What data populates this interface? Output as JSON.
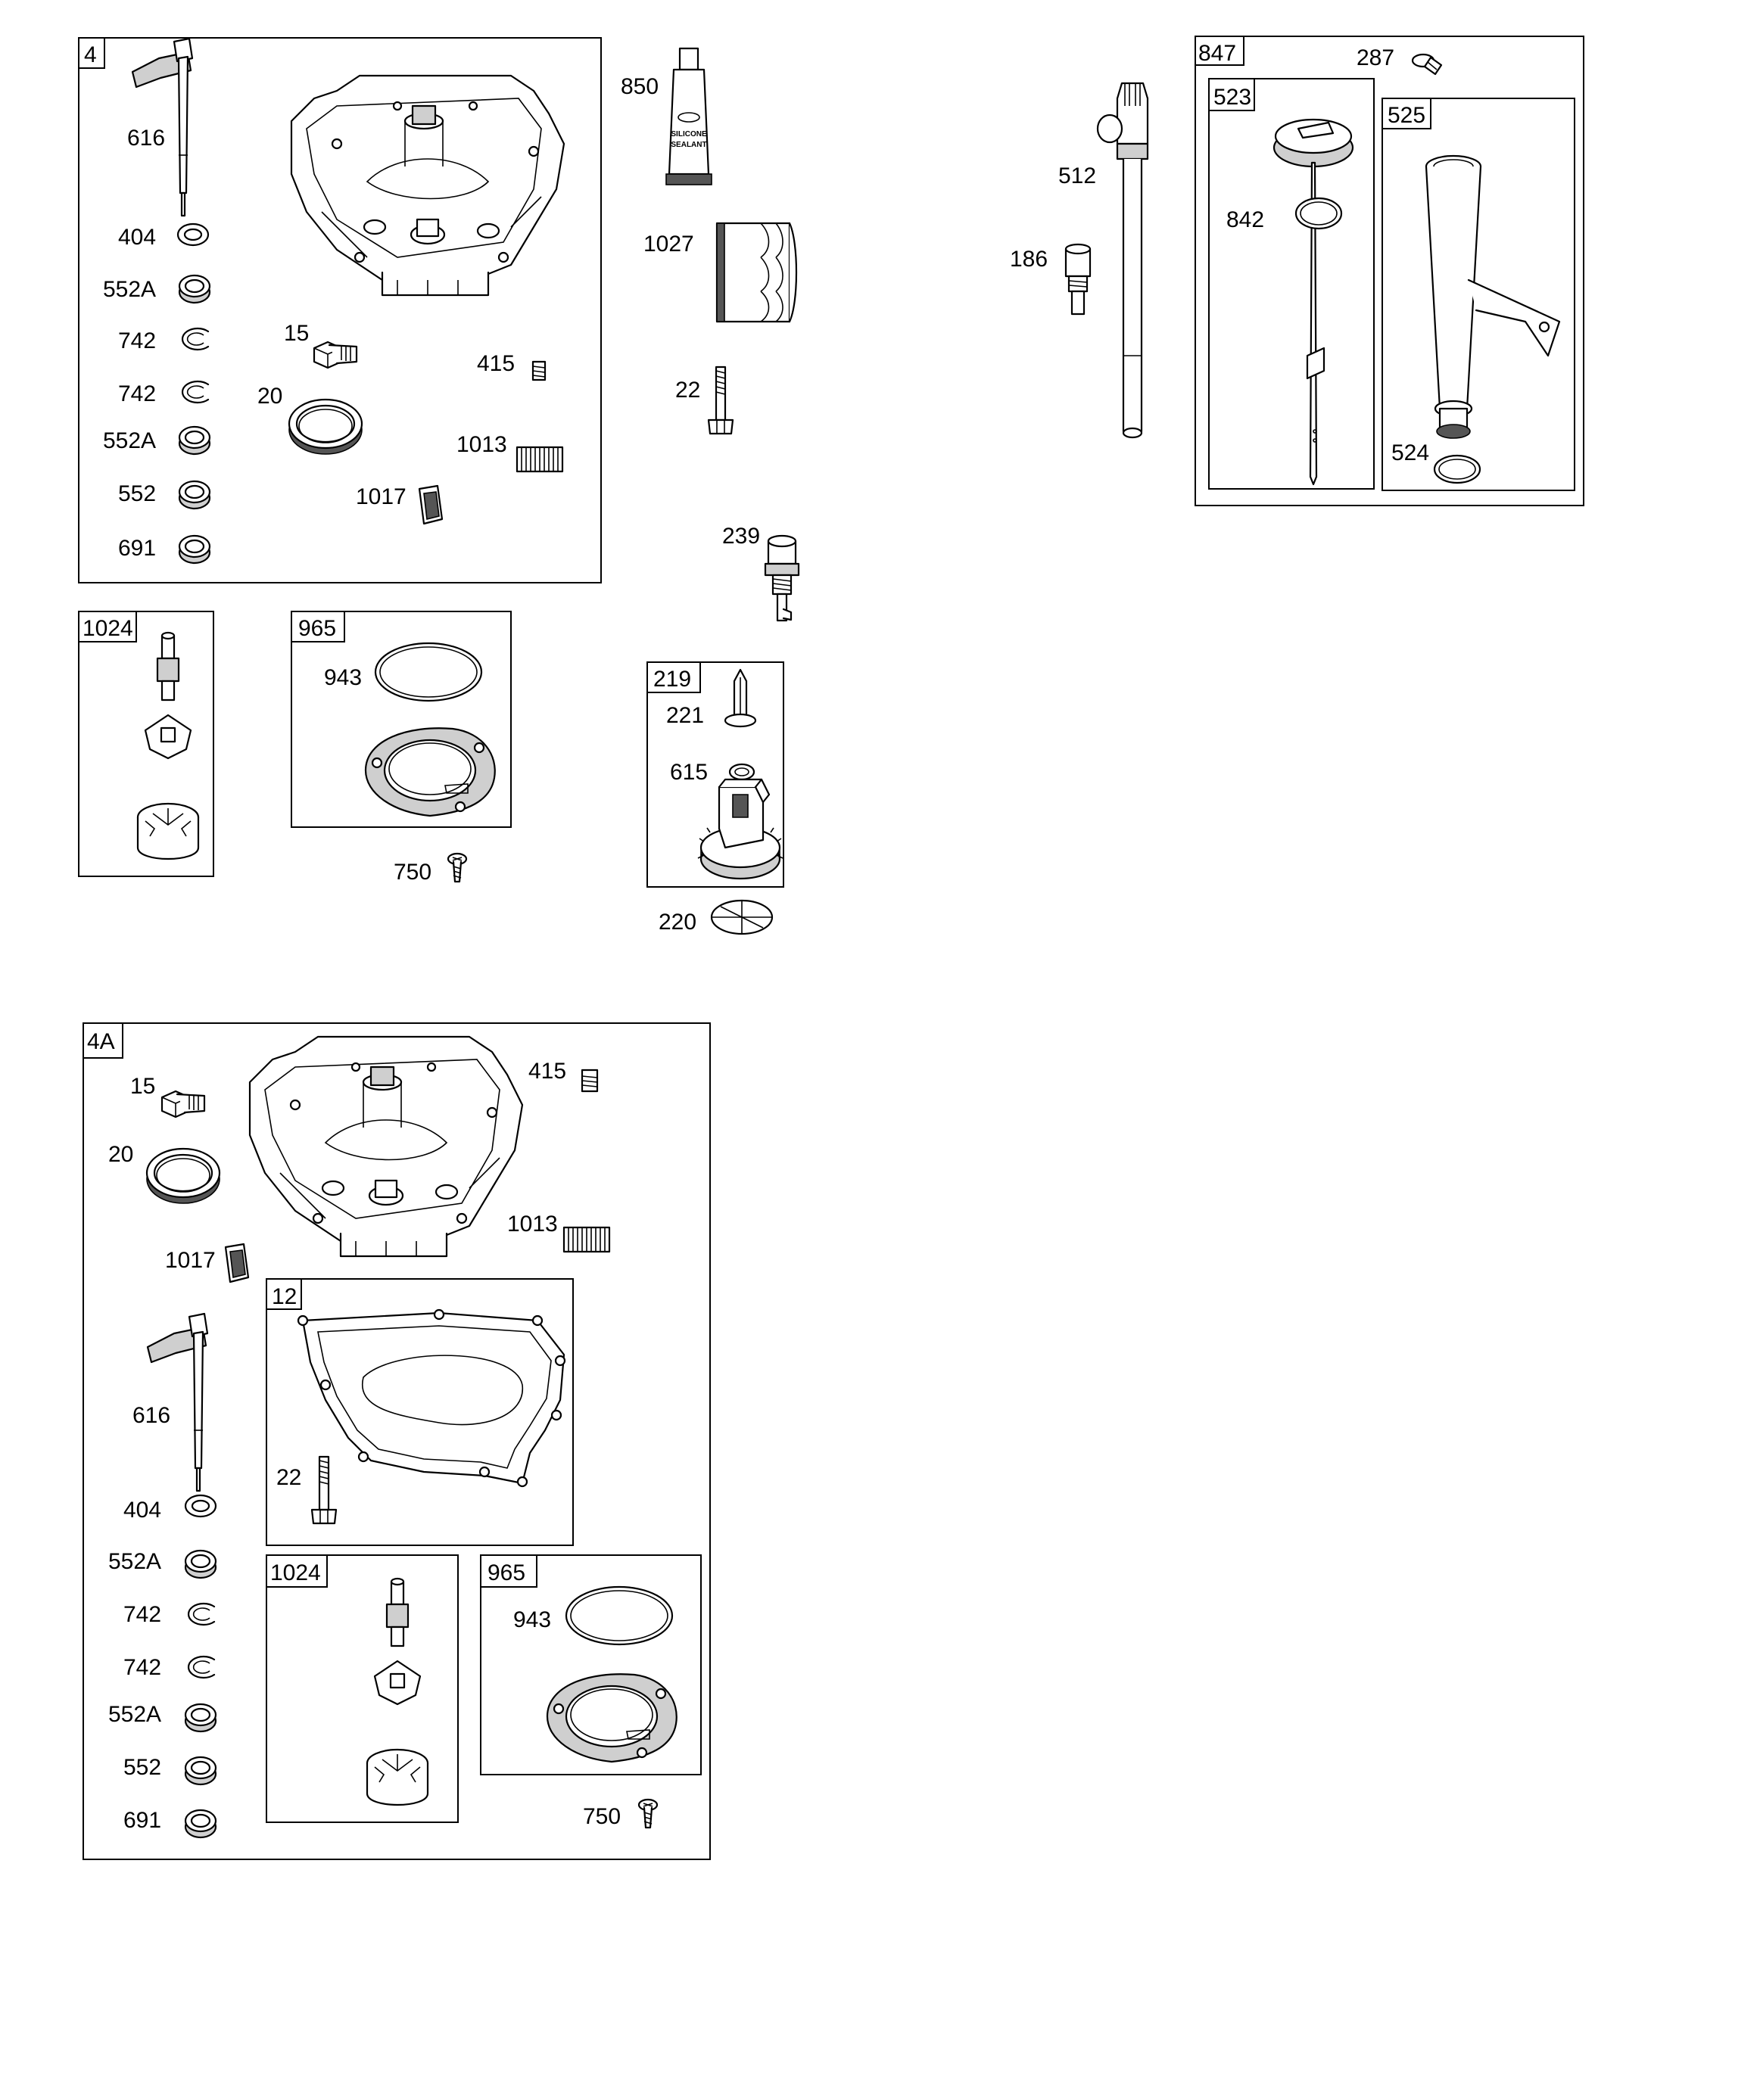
{
  "boxes": {
    "b4": "4",
    "b1024_top": "1024",
    "b965_top": "965",
    "b219": "219",
    "b847": "847",
    "b523": "523",
    "b525": "525",
    "b4A": "4A",
    "b12": "12",
    "b1024_bot": "1024",
    "b965_bot": "965"
  },
  "labels": {
    "l616_a": "616",
    "l404_a": "404",
    "l552A_a1": "552A",
    "l742_a1": "742",
    "l742_a2": "742",
    "l552A_a2": "552A",
    "l552_a": "552",
    "l691_a": "691",
    "l15_a": "15",
    "l20_a": "20",
    "l415_a": "415",
    "l1013_a": "1013",
    "l1017_a": "1017",
    "l850": "850",
    "l1027": "1027",
    "l22_a": "22",
    "l239": "239",
    "l943_a": "943",
    "l750_a": "750",
    "l221": "221",
    "l615": "615",
    "l220": "220",
    "l512": "512",
    "l186": "186",
    "l287": "287",
    "l842": "842",
    "l524": "524",
    "l15_b": "15",
    "l415_b": "415",
    "l20_b": "20",
    "l1013_b": "1013",
    "l1017_b": "1017",
    "l616_b": "616",
    "l22_b": "22",
    "l404_b": "404",
    "l552A_b1": "552A",
    "l742_b1": "742",
    "l742_b2": "742",
    "l552A_b2": "552A",
    "l552_b": "552",
    "l691_b": "691",
    "l943_b": "943",
    "l750_b": "750"
  },
  "sealant_tube": {
    "line1": "SILICONE",
    "line2": "SEALANT"
  }
}
